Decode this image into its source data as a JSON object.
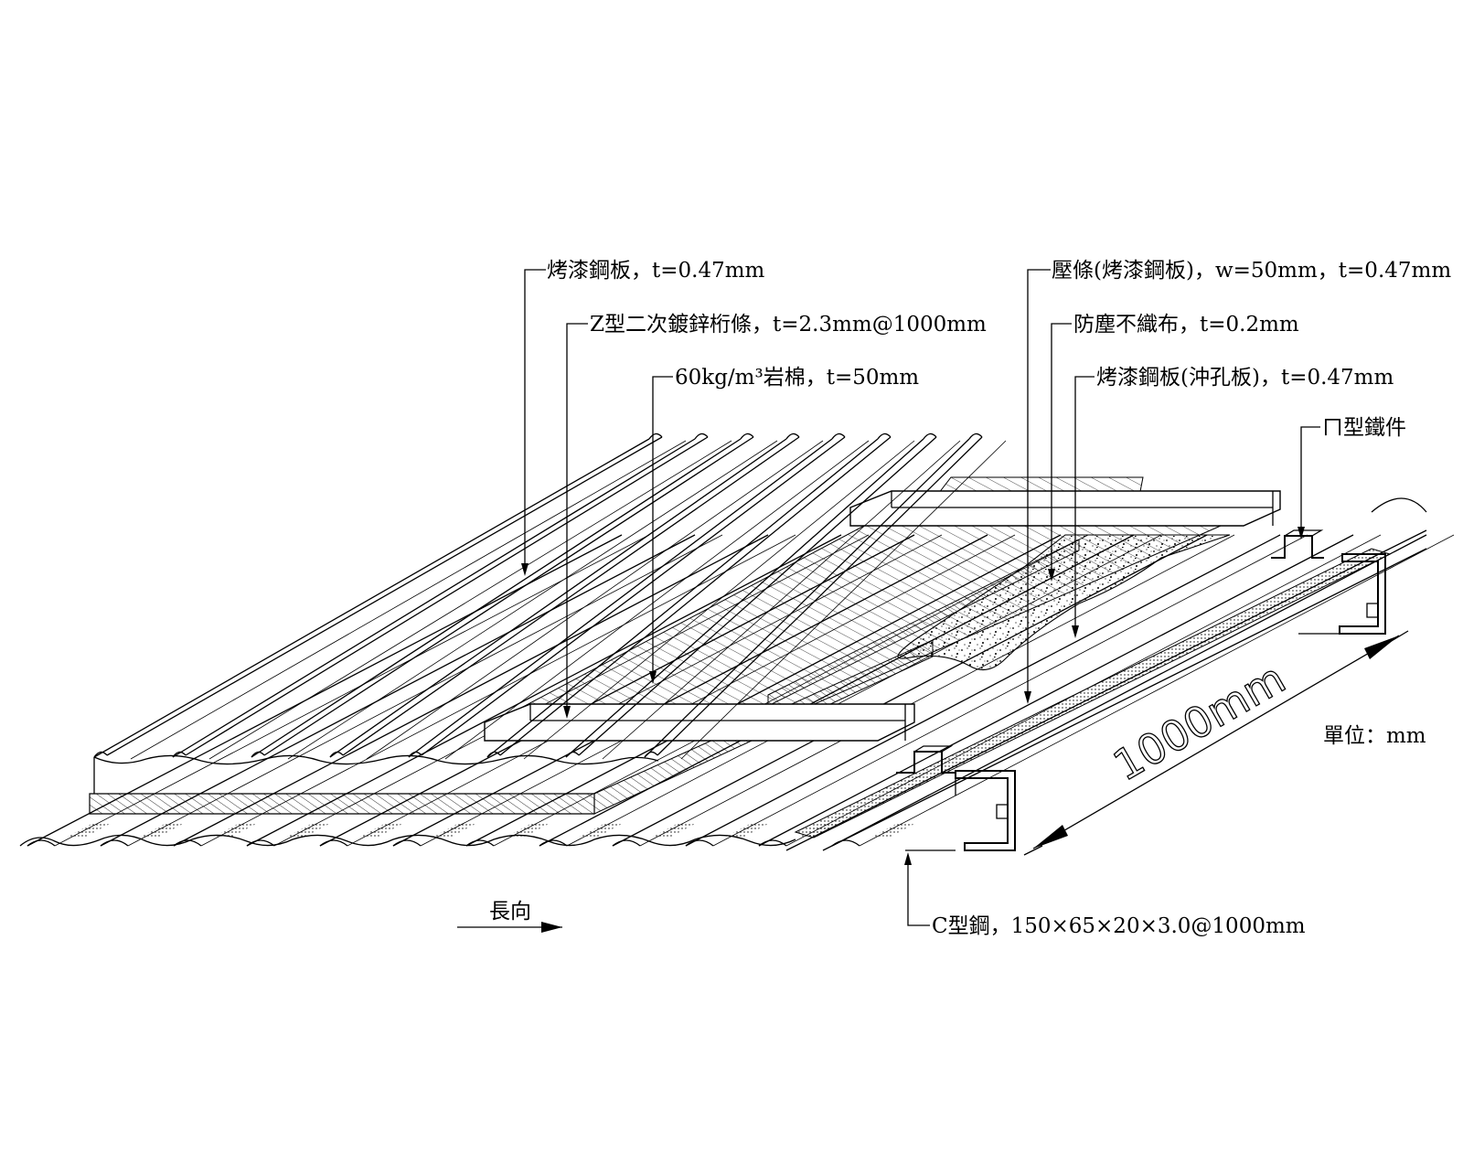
{
  "labels": {
    "top_sheet": "烤漆鋼板，t=0.47mm",
    "z_purlin": "Z型二次鍍鋅桁條，t=2.3mm@1000mm",
    "rock_wool": "60kg/m³岩棉，t=50mm",
    "batten": "壓條(烤漆鋼板)，w=50mm，t=0.47mm",
    "dust_fabric": "防塵不織布，t=0.2mm",
    "perforated_sheet": "烤漆鋼板(沖孔板)，t=0.47mm",
    "hat_bracket": "ㄇ型鐵件",
    "c_channel": "C型鋼，150×65×20×3.0@1000mm",
    "direction": "長向",
    "unit": "單位：mm"
  },
  "dimension": {
    "text": "1000mm"
  },
  "colors": {
    "line": "#000000",
    "background": "#ffffff"
  }
}
